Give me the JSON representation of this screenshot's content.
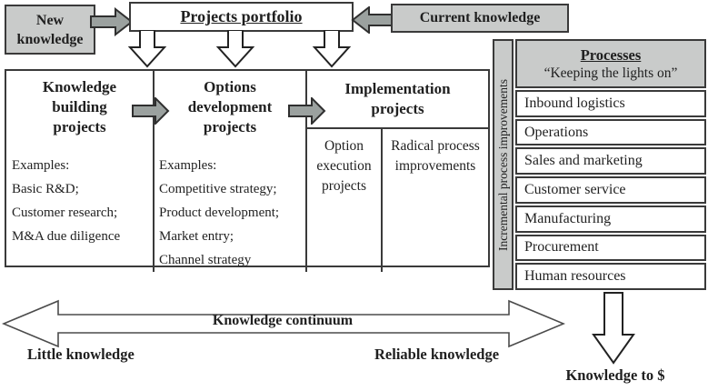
{
  "colors": {
    "box_gray": "#c9cbca",
    "arrow_gray": "#9ba19f",
    "border": "#3a3a3a",
    "text": "#1f1f1f"
  },
  "top": {
    "new_knowledge_label": "New knowledge",
    "portfolio_label": "Projects portfolio",
    "current_knowledge_label": "Current knowledge"
  },
  "columns": [
    {
      "title": "Knowledge building projects",
      "examples_label": "Examples:",
      "examples": [
        "Basic R&D;",
        "Customer research;",
        "M&A due diligence"
      ]
    },
    {
      "title": "Options development projects",
      "examples_label": "Examples:",
      "examples": [
        "Competitive strategy;",
        "Product development;",
        "Market entry;",
        "Channel strategy"
      ]
    },
    {
      "title": "Implementation projects",
      "subcolumns": [
        "Option execution projects",
        "Radical process improvements"
      ]
    }
  ],
  "processes": {
    "vertical_label": "Incremental process improvements",
    "title": "Processes",
    "subtitle": "“Keeping the lights on”",
    "items": [
      "Inbound logistics",
      "Operations",
      "Sales and marketing",
      "Customer service",
      "Manufacturing",
      "Procurement",
      "Human resources"
    ]
  },
  "bottom": {
    "continuum_label": "Knowledge continuum",
    "left_label": "Little knowledge",
    "right_label": "Reliable knowledge",
    "money_label": "Knowledge to $"
  }
}
